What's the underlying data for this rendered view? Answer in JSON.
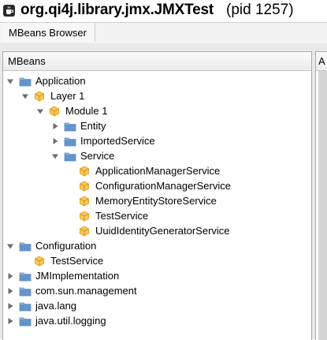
{
  "window": {
    "title_name": "org.qi4j.library.jmx.JMXTest",
    "title_pid": "(pid 1257)",
    "app_icon": "jconsole-cup-icon"
  },
  "tabs": [
    {
      "label": "MBeans Browser",
      "active": true
    }
  ],
  "left_panel": {
    "header": "MBeans"
  },
  "right_panel": {
    "header": "A"
  },
  "colors": {
    "folder": "#5d8ec6",
    "bean": "#e6a117",
    "toggle": "#6e6e6e",
    "panel_border": "#a9a9a9",
    "workspace_bg": "#e9e9e9"
  },
  "tree": [
    {
      "label": "Application",
      "type": "folder",
      "toggle": "expanded",
      "level": 0
    },
    {
      "label": "Layer 1",
      "type": "bean",
      "toggle": "expanded",
      "level": 1
    },
    {
      "label": "Module 1",
      "type": "bean",
      "toggle": "expanded",
      "level": 2
    },
    {
      "label": "Entity",
      "type": "folder",
      "toggle": "collapsed",
      "level": 3
    },
    {
      "label": "ImportedService",
      "type": "folder",
      "toggle": "collapsed",
      "level": 3
    },
    {
      "label": "Service",
      "type": "folder",
      "toggle": "expanded",
      "level": 3
    },
    {
      "label": "ApplicationManagerService",
      "type": "bean",
      "toggle": "none",
      "level": 4
    },
    {
      "label": "ConfigurationManagerService",
      "type": "bean",
      "toggle": "none",
      "level": 4
    },
    {
      "label": "MemoryEntityStoreService",
      "type": "bean",
      "toggle": "none",
      "level": 4
    },
    {
      "label": "TestService",
      "type": "bean",
      "toggle": "none",
      "level": 4
    },
    {
      "label": "UuidIdentityGeneratorService",
      "type": "bean",
      "toggle": "none",
      "level": 4
    },
    {
      "label": "Configuration",
      "type": "folder",
      "toggle": "expanded",
      "level": 0
    },
    {
      "label": "TestService",
      "type": "bean",
      "toggle": "none",
      "level": 1
    },
    {
      "label": "JMImplementation",
      "type": "folder",
      "toggle": "collapsed",
      "level": 0
    },
    {
      "label": "com.sun.management",
      "type": "folder",
      "toggle": "collapsed",
      "level": 0
    },
    {
      "label": "java.lang",
      "type": "folder",
      "toggle": "collapsed",
      "level": 0
    },
    {
      "label": "java.util.logging",
      "type": "folder",
      "toggle": "collapsed",
      "level": 0
    }
  ]
}
